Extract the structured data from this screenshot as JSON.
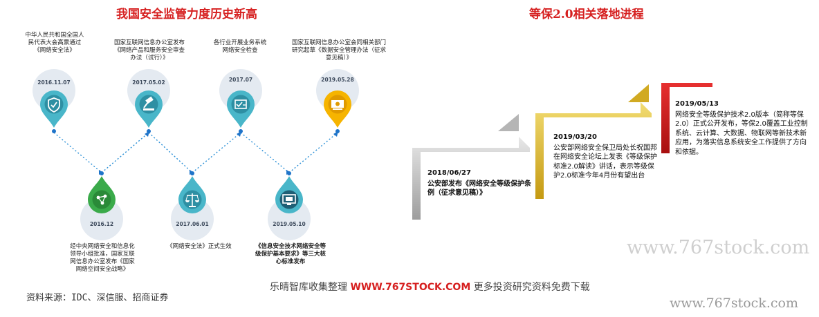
{
  "left_title": "我国安全监管力度历史新高",
  "right_title": "等保2.0相关落地进程",
  "timeline": [
    {
      "date": "2016.11.07",
      "desc": "中华人民共和国全国人民代表大会高票通过《网络安全法》",
      "color": "#49b6c9",
      "icon": "shield-check-icon"
    },
    {
      "date": "2016.12",
      "desc": "经中央网络安全和信息化领导小组批准，国家互联网信息办公室发布《国家网络空间安全战略》",
      "color": "#3aaa4a",
      "icon": "network-icon"
    },
    {
      "date": "2017.05.02",
      "desc": "国家互联网信息办公室发布《网络产品和服务安全审查办法（试行）》",
      "color": "#49b6c9",
      "icon": "gavel-icon"
    },
    {
      "date": "2017.06.01",
      "desc": "《网络安全法》正式生效",
      "color": "#49b6c9",
      "icon": "scales-icon"
    },
    {
      "date": "2017.07",
      "desc": "各行业开展业务系统网络安全检查",
      "color": "#49b6c9",
      "icon": "checklist-icon"
    },
    {
      "date": "2019.05.10",
      "desc": "《信息安全技术网络安全等级保护基本要求》等三大核心标准发布",
      "color": "#49b6c9",
      "icon": "monitor-icon"
    },
    {
      "date": "2019.05.28",
      "desc": "国家互联网信息办公室会同相关部门研究起草《数据安全管理办法（征求意见稿）》",
      "color": "#f6b400",
      "icon": "money-icon"
    }
  ],
  "steps": [
    {
      "date": "2018/06/27",
      "text": "公安部发布《网络安全等级保护条例（征求意见稿）》"
    },
    {
      "date": "2019/03/20",
      "text": "公安部网络安全保卫局处长祝国邦在网络安全论坛上发表《等级保护标准2.0解读》讲话，表示等级保护2.0标准今年4月份有望出台"
    },
    {
      "date": "2019/05/13",
      "text": "网络安全等级保护技术2.0版本（简称等保2.0）正式公开发布，等保2.0覆盖工业控制系统、云计算、大数据、物联网等新技术新应用，为落实信息系统安全工作提供了方向和依据。"
    }
  ],
  "source": "资料来源：IDC、深信服、招商证券",
  "banner": {
    "prefix": "乐晴智库收集整理",
    "site": "WWW.767STOCK.COM",
    "suffix": "更多投资研究资料免费下载"
  },
  "watermark_1": "www.767stock.com",
  "watermark_2": "www.767stock.com"
}
